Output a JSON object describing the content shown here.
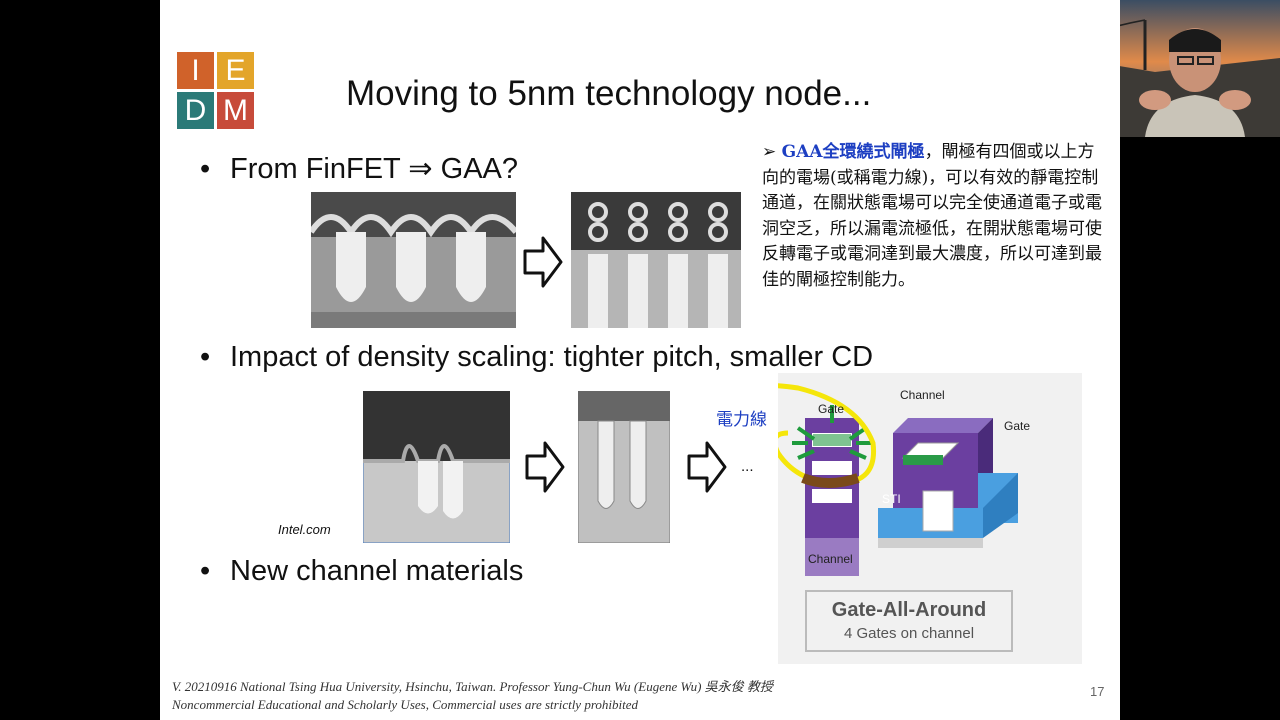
{
  "slide": {
    "title": "Moving to 5nm technology node...",
    "logo_letters": [
      "I",
      "E",
      "D",
      "M"
    ],
    "bullets": [
      {
        "dot": "•",
        "text": "From FinFET ⇒ GAA?"
      },
      {
        "dot": "•",
        "text": "Impact of density scaling: tighter pitch, smaller CD"
      },
      {
        "dot": "•",
        "text": "New channel materials"
      }
    ],
    "note": {
      "marker": "➢ ",
      "highlight": "GAA全環繞式閘極",
      "body": "，閘極有四個或以上方向的電場(或稱電力線)，可以有效的靜電控制通道，在關狀態電場可以完全使通道電子或電洞空乏，所以漏電流極低，在開狀態電場可使反轉電子或電洞達到最大濃度，所以可達到最佳的閘極控制能力。"
    },
    "credit": "Intel.com",
    "ellipsis": "...",
    "annotation": "電力線",
    "diagram": {
      "gate_label": "Gate",
      "channel_label_top": "Channel",
      "gate_label_right": "Gate",
      "sti_label": "STI",
      "channel_label_bottom": "Channel",
      "box_title": "Gate-All-Around",
      "box_subtitle": "4 Gates on channel"
    },
    "footer_line1": "V. 20210916 National Tsing Hua University, Hsinchu, Taiwan. Professor Yung-Chun Wu (Eugene Wu) 吳永俊 教授",
    "footer_line2": "Noncommercial Educational and Scholarly Uses, Commercial uses are strictly prohibited",
    "page_number": "17"
  },
  "colors": {
    "logo_I": "#d0622a",
    "logo_E": "#e3a52a",
    "logo_D": "#2b7a78",
    "logo_M": "#c74b3a",
    "gaa_purple": "#6b3fa0",
    "gaa_blue": "#4a9fe0",
    "arrow_green": "#1e9b3c",
    "annotation_yellow": "#f5e60a"
  }
}
